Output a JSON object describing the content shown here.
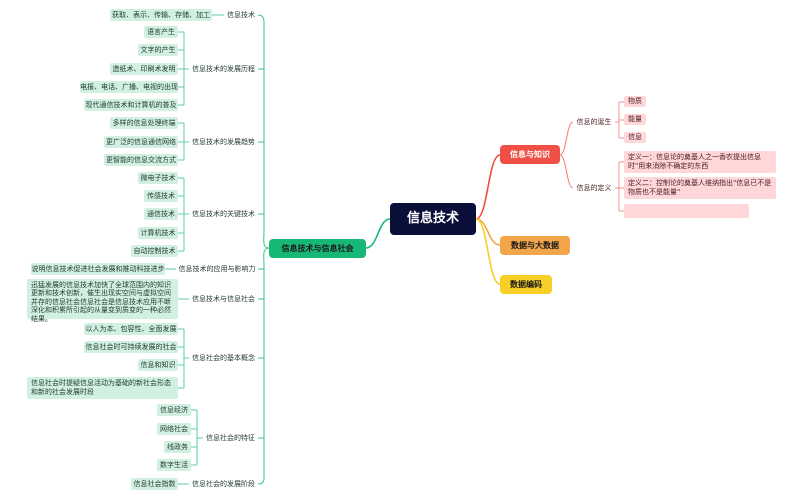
{
  "root": "信息技术",
  "branches": {
    "knowledge": "信息与知识",
    "bigdata": "数据与大数据",
    "encoding": "数据编码",
    "society": "信息技术与信息社会"
  },
  "knowledge": {
    "birth": {
      "label": "信息的诞生",
      "items": [
        "物质",
        "能量",
        "信息"
      ]
    },
    "definition": {
      "label": "信息的定义",
      "items": [
        "定义一：信息论的奠基人之一香农提出信息时\"用来消除不确定的东西",
        "定义二：控制论的奠基人维纳指出\"信息已不是物质也不是能量\"",
        ""
      ]
    }
  },
  "society": {
    "it": {
      "label": "信息技术",
      "items": [
        "获取、表示、传输、存储、加工"
      ]
    },
    "history": {
      "label": "信息技术的发展历程",
      "items": [
        "语言产生",
        "文字的产生",
        "造纸术、印刷术发明",
        "电报、电话、广播、电视的出现",
        "现代通信技术和计算机的普及"
      ]
    },
    "trend": {
      "label": "信息技术的发展趋势",
      "items": [
        "多样的信息处理终端",
        "更广泛的信息通信网络",
        "更智能的信息交流方式"
      ]
    },
    "key": {
      "label": "信息技术的关键技术",
      "items": [
        "微电子技术",
        "传感技术",
        "通信技术",
        "计算机技术",
        "自动控制技术"
      ]
    },
    "impact": {
      "label": "信息技术的应用与影响力",
      "items": [
        "说明信息技术促进社会发展和推动科技进步"
      ]
    },
    "info_society": {
      "label": "信息技术与信息社会",
      "items": [
        "迅猛发展的信息技术加快了全球范围内的知识更新和技术创新，催生出现实空间与虚拟空间并存的信息社会信息社会是信息技术应用不断深化和积累所引起的从量变到质变的一种必然结果。"
      ]
    },
    "concept": {
      "label": "信息社会的基本概念",
      "items": [
        "以人为本、包容性、全面发展",
        "信息社会时可持续发展的社会",
        "信息和知识",
        "信息社会时提疑信息活动为基础的新社会形态和新的社会发展时段"
      ]
    },
    "features": {
      "label": "信息社会的特征",
      "items": [
        "信息经济",
        "网络社会",
        "线政务",
        "数字生活"
      ]
    },
    "stage": {
      "label": "信息社会的发展阶段",
      "items": [
        "信息社会指数"
      ]
    }
  },
  "colors": {
    "root": "#0a0f3a",
    "knowledge": "#ef4f45",
    "bigdata": "#f2a549",
    "encoding": "#f6d026",
    "society": "#17b876",
    "green_line": "#36c48a",
    "red_line": "#f07c73"
  }
}
